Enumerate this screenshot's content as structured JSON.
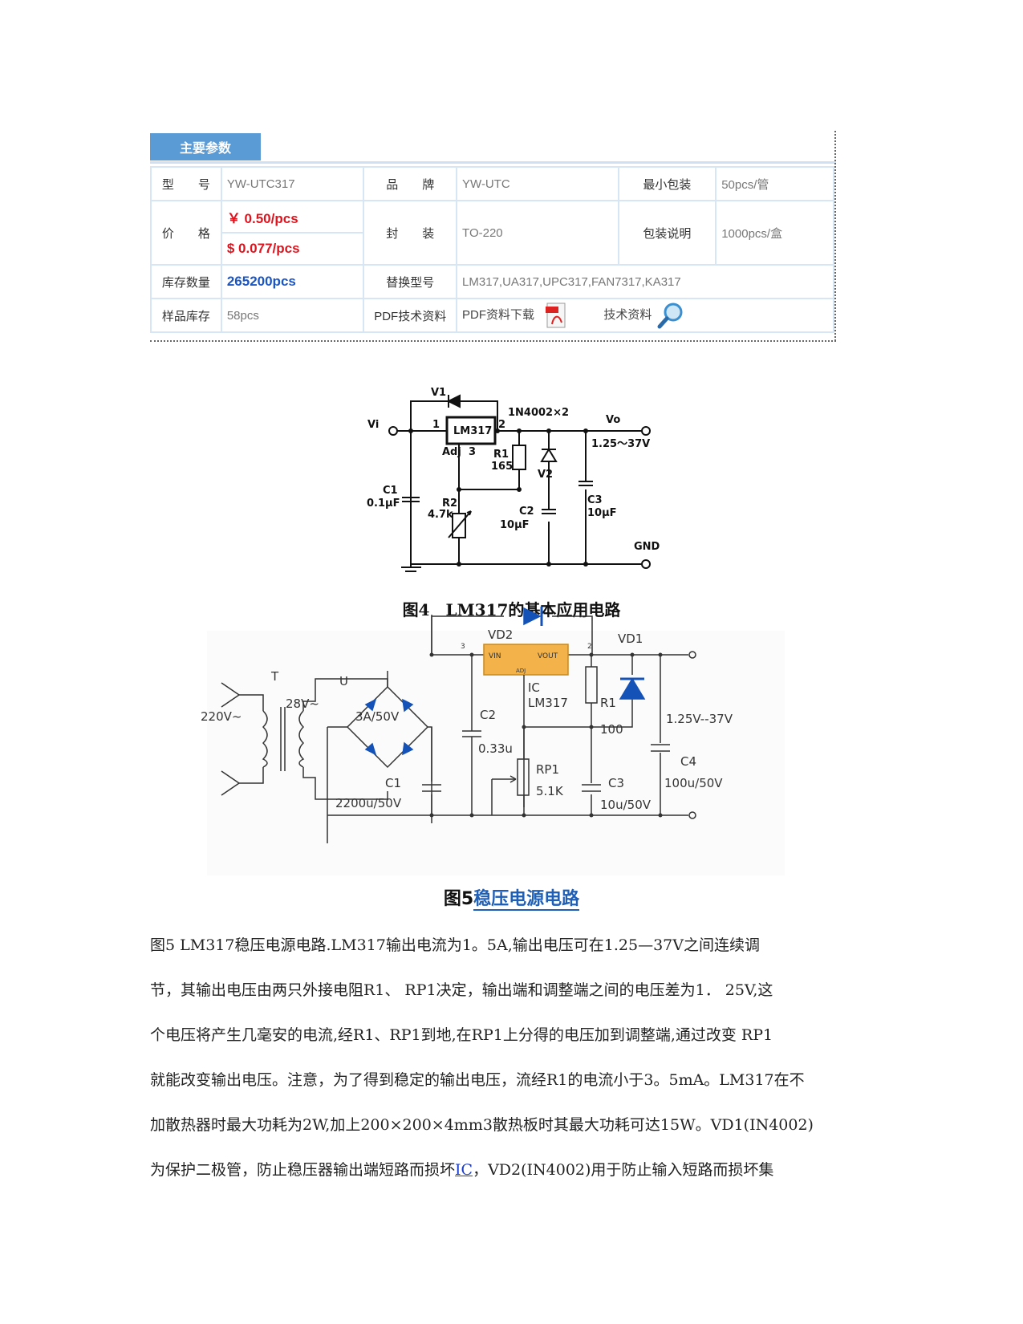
{
  "params": {
    "tab_title": "主要参数",
    "rows": {
      "model_label": "型　　号",
      "model_value": "YW-UTC317",
      "brand_label": "品　　牌",
      "brand_value": "YW-UTC",
      "minpack_label": "最小包装",
      "minpack_value": "50pcs/管",
      "price_label": "价　　格",
      "price_cny": "￥ 0.50/pcs",
      "price_usd": "$ 0.077/pcs",
      "package_label": "封　　装",
      "package_value": "TO-220",
      "packdesc_label": "包装说明",
      "packdesc_value": "1000pcs/盒",
      "stock_label": "库存数量",
      "stock_value": "265200pcs",
      "replace_label": "替换型号",
      "replace_value": "LM317,UA317,UPC317,FAN7317,KA317",
      "sample_label": "样品库存",
      "sample_value": "58pcs",
      "pdf_label": "PDF技术资料",
      "pdf_download": "PDF资料下载",
      "tech_docs": "技术资料"
    }
  },
  "fig4": {
    "caption": "图4　LM317的基本应用电路",
    "labels": {
      "v1": "V1",
      "vi": "Vi",
      "vo": "Vo",
      "pin1": "1",
      "pin2": "2",
      "pin3": "3",
      "chip": "LM317",
      "adj": "Adj",
      "diodes": "1N4002×2",
      "range": "1.25～37V",
      "r1": "R1",
      "r1v": "165",
      "v2": "V2",
      "c1": "C1",
      "c1v": "0.1μF",
      "r2": "R2",
      "r2v": "4.7k",
      "c2": "C2",
      "c2v": "10μF",
      "c3": "C3",
      "c3v": "10μF",
      "gnd": "GND"
    }
  },
  "fig5": {
    "caption_prefix": "图5",
    "caption_link": "稳压电源电路",
    "labels": {
      "vd2": "VD2",
      "vd1": "VD1",
      "t": "T",
      "u": "U",
      "ac28": "28V~",
      "ac220": "220V~",
      "bridge": "3A/50V",
      "c1": "C1",
      "c1v": "2200u/50V",
      "c2": "C2",
      "c2v": "0.33u",
      "ic": "IC",
      "chip": "LM317",
      "r1": "R1",
      "r1v": "100",
      "rp1": "RP1",
      "rp1v": "5.1K",
      "c3": "C3",
      "c3v": "10u/50V",
      "c4": "C4",
      "c4v": "100u/50V",
      "range": "1.25V--37V",
      "n3": "3",
      "n2": "2",
      "vin": "VIN",
      "vout": "VOUT",
      "adj": "ADJ"
    }
  },
  "body": {
    "line1": "图5 LM317稳压电源电路.LM317输出电流为1。5A,输出电压可在1.25—37V之间连续调",
    "line2": "节，其输出电压由两只外接电阻R1、 RP1决定，输出端和调整端之间的电压差为1． 25V,这",
    "line3": "个电压将产生几毫安的电流,经R1、RP1到地,在RP1上分得的电压加到调整端,通过改变 RP1",
    "line4": "就能改变输出电压。注意，为了得到稳定的输出电压，流经R1的电流小于3。5mA。LM317在不",
    "line5": "加散热器时最大功耗为2W,加上200×200×4mm3散热板时其最大功耗可达15W。VD1(IN4002)",
    "line6a": "为保护二极管，防止稳压器输出端短路而损坏",
    "line6link": "IC",
    "line6b": "，VD2(IN4002)用于防止输入短路而损坏集"
  }
}
